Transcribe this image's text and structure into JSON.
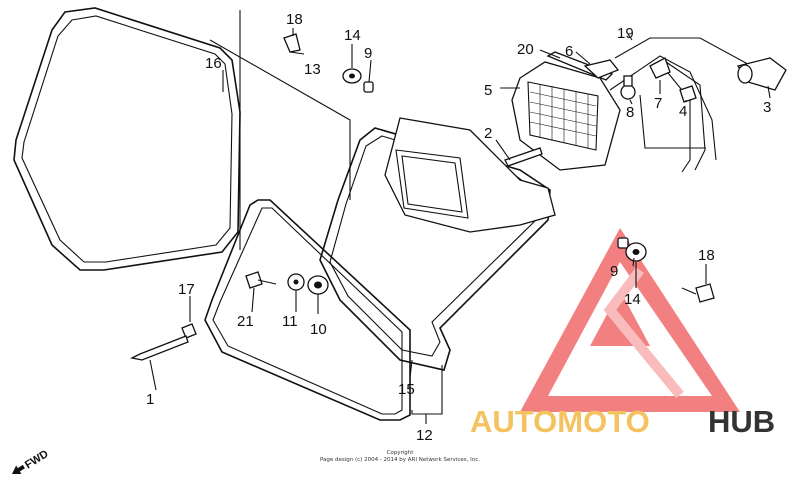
{
  "callouts": {
    "c1": "1",
    "c2": "2",
    "c3": "3",
    "c4": "4",
    "c5": "5",
    "c6": "6",
    "c7": "7",
    "c8": "8",
    "c9a": "9",
    "c9b": "9",
    "c10": "10",
    "c11": "11",
    "c12": "12",
    "c13": "13",
    "c14a": "14",
    "c14b": "14",
    "c15": "15",
    "c16": "16",
    "c17": "17",
    "c18a": "18",
    "c18b": "18",
    "c19": "19",
    "c20": "20",
    "c21": "21"
  },
  "fwd_label": "FWD",
  "copyright": {
    "line1": "Copyright",
    "line2": "Page design (c) 2004 - 2014 by ARI Network Services, Inc."
  },
  "watermark": {
    "part1": "AUTOMOTO",
    "part2": "HUB",
    "colors": {
      "accent": "#f26b6b",
      "gold": "#f4c25f",
      "dark": "#333333"
    }
  }
}
